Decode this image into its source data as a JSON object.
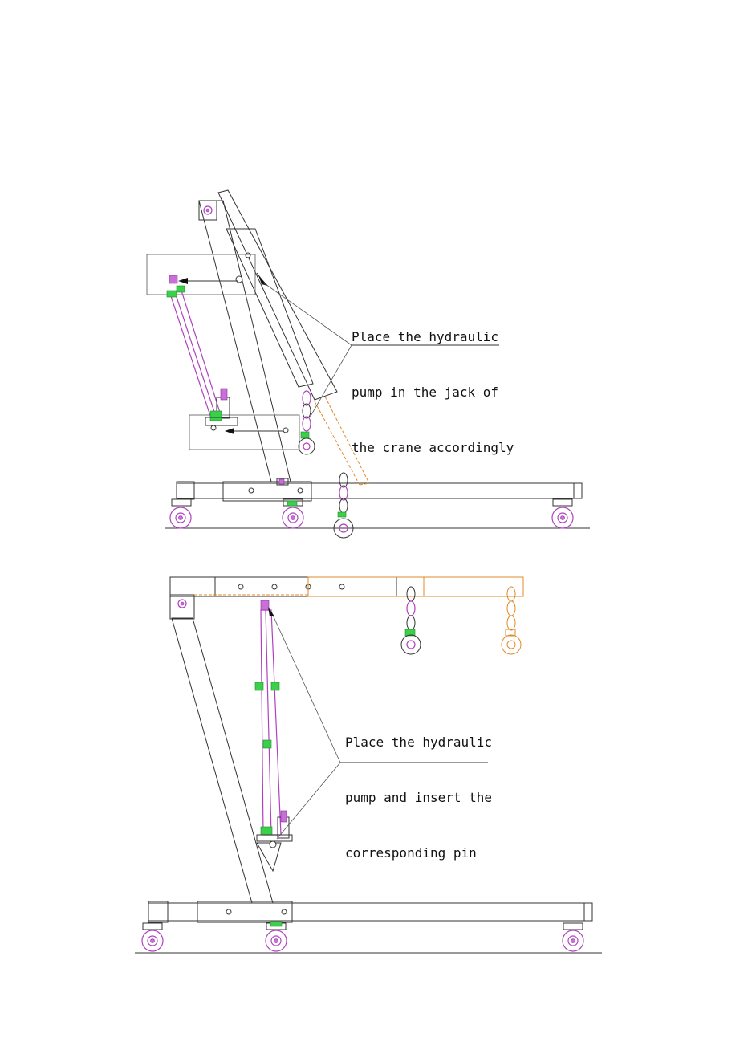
{
  "figure_1": {
    "callout_lines": [
      "Place the hydraulic",
      "pump in the jack of",
      "the crane accordingly"
    ]
  },
  "figure_2": {
    "callout_lines": [
      "Place the hydraulic",
      "pump and insert the",
      "corresponding pin"
    ]
  },
  "colors": {
    "outline": "#333333",
    "extended_boom": "#e08a2a",
    "cylinder": "#b040c0",
    "fittings": "#3bd04a"
  },
  "icons": [
    "hydraulic-cylinder-icon",
    "chain-hook-icon",
    "caster-wheel-icon"
  ]
}
